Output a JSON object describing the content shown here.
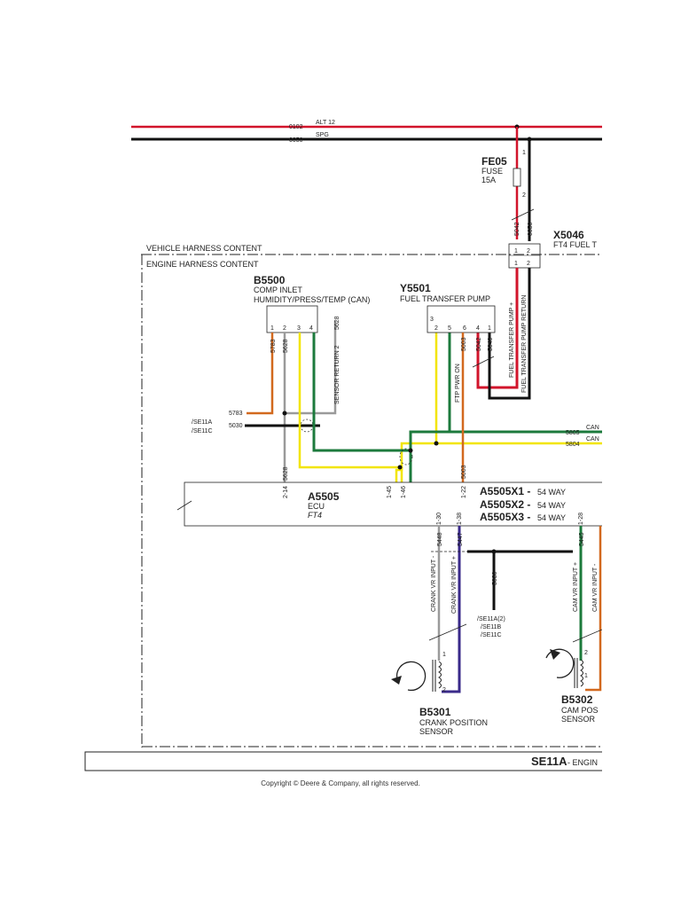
{
  "colors": {
    "red": "#d2142b",
    "black": "#111111",
    "orange": "#d2691e",
    "gray": "#9a9a9a",
    "yellow": "#f2e500",
    "green": "#1c7a3c",
    "purple": "#3a2a8a",
    "frame": "#222222"
  },
  "top_wires": {
    "alt12": {
      "circuit": "0102",
      "label": "ALT 12"
    },
    "spg": {
      "circuit": "0050",
      "label": "SPG"
    }
  },
  "fe05": {
    "id": "FE05",
    "line1": "FUSE",
    "line2": "15A",
    "pin1": "1",
    "pin2": "2",
    "wire_a": "5042",
    "wire_b": "0050"
  },
  "x5046": {
    "id": "X5046",
    "label": "FT4 FUEL T",
    "pin1": "1",
    "pin2": "2"
  },
  "harness": {
    "vehicle": "VEHICLE HARNESS CONTENT",
    "engine": "ENGINE HARNESS CONTENT"
  },
  "b5500": {
    "id": "B5500",
    "line1": "COMP INLET",
    "line2": "HUMIDITY/PRESS/TEMP (CAN)",
    "pins": [
      "1",
      "2",
      "3",
      "4"
    ],
    "wires": [
      "5783",
      "5628",
      "5628"
    ],
    "sensor_return": "SENSOR RETURN 2"
  },
  "y5501": {
    "id": "Y5501",
    "label": "FUEL TRANSFER PUMP",
    "pins": [
      "3",
      "2",
      "5",
      "6",
      "4",
      "1"
    ],
    "wires": [
      "5003",
      "5042",
      "5040"
    ],
    "ftp_pwr": "FTP PWR ON",
    "ftp_plus": "FUEL TRANSFER PUMP +",
    "ftp_return": "FUEL TRANSFER PUMP RETURN"
  },
  "refs": {
    "left_a": "/SE11A",
    "left_c": "/SE11C",
    "w5783": "5783",
    "w5030": "5030",
    "can_1": "CAN",
    "can_2": "CAN",
    "w5805": "5805",
    "w5804": "5804"
  },
  "a5505": {
    "id": "A5505",
    "line1": "ECU",
    "line2": "FT4",
    "pins": [
      "2-14",
      "1-45",
      "1-46",
      "1-22",
      "1-30",
      "1-38",
      "1-28"
    ],
    "wire_5628": "5628",
    "wire_5003": "5003",
    "x1": "A5505X1 -",
    "x1_size": "54 WAY",
    "x2": "A5505X2 -",
    "x2_size": "54 WAY",
    "x3": "A5505X3 -",
    "x3_size": "54 WAY"
  },
  "lower": {
    "w5448": "5448",
    "w5447": "5447",
    "w5030": "5030",
    "w5445": "5445",
    "crank_minus": "CRANK VR INPUT -",
    "crank_plus": "CRANK VR INPUT +",
    "cam_plus": "CAM VR INPUT +",
    "cam_minus": "CAM VR INPUT -",
    "ref1": "/SE11A(2)",
    "ref2": "/SE11B",
    "ref3": "/SE11C",
    "pin1": "1",
    "pin2": "2",
    "cam_pin2": "2",
    "cam_pin1": "1"
  },
  "b5301": {
    "id": "B5301",
    "line1": "CRANK POSITION",
    "line2": "SENSOR"
  },
  "b5302": {
    "id": "B5302",
    "line1": "CAM POS",
    "line2": "SENSOR"
  },
  "footer": {
    "code": "SE11A",
    "suffix": "- ENGIN"
  },
  "copyright": "Copyright © Deere & Company, all rights reserved."
}
